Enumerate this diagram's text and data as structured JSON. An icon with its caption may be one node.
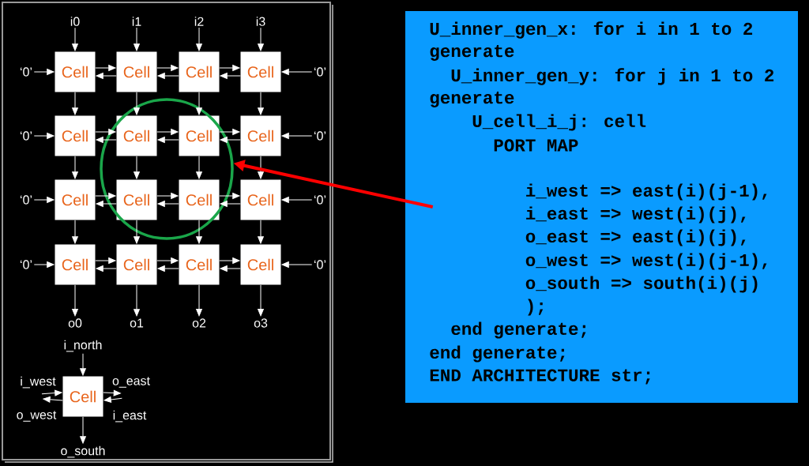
{
  "diagram": {
    "nodes": [
      {
        "text": [
          "Cell"
        ]
      },
      {
        "text": [
          "Cell"
        ]
      },
      {
        "text": [
          "Cell"
        ]
      },
      {
        "text": [
          "Cell"
        ]
      },
      {
        "text": [
          "Cell"
        ]
      },
      {
        "text": [
          "Cell"
        ],
        "in": 39
      },
      {
        "text": [
          "Cell"
        ],
        "in": 39
      },
      {
        "text": [
          "Cell"
        ]
      },
      {
        "text": [
          "Cell"
        ]
      },
      {
        "text": [
          "Cell"
        ],
        "in": 39
      },
      {
        "text": [
          "Cell"
        ],
        "in": 39
      },
      {
        "text": [
          "Cell"
        ]
      },
      {
        "text": [
          "Cell"
        ]
      },
      {
        "text": [
          "Cell"
        ]
      },
      {
        "text": [
          "Cell"
        ]
      },
      {
        "text": [
          "Cell"
        ]
      },
      {
        "text": [
          "i0"
        ]
      },
      {
        "text": [
          "i1"
        ]
      },
      {
        "text": [
          "i2"
        ]
      },
      {
        "text": [
          "i3"
        ]
      },
      {
        "text": [
          "‘0’"
        ]
      },
      {
        "text": [
          "‘0’"
        ]
      },
      {
        "text": [
          "‘0’"
        ]
      },
      {
        "text": [
          "‘0’"
        ]
      },
      {
        "text": [
          "‘0’"
        ]
      },
      {
        "text": [
          "‘0’"
        ]
      },
      {
        "text": [
          "‘0’"
        ]
      },
      {
        "text": [
          "‘0’"
        ]
      },
      {
        "text": [
          "o0"
        ]
      },
      {
        "text": [
          "o1"
        ]
      },
      {
        "text": [
          "o2"
        ]
      },
      {
        "text": [
          "o3"
        ]
      },
      {
        "text": [
          "i_north"
        ]
      },
      {
        "text": [
          "i_west"
        ]
      },
      {
        "text": [
          "o_east"
        ]
      },
      {
        "text": [
          "Cell"
        ]
      },
      {
        "text": [
          "o_west"
        ]
      },
      {
        "text": [
          "i_east"
        ]
      },
      {
        "text": [
          "o_south"
        ]
      },
      {
        "text": [],
        "shape": "ellipse"
      },
      {
        "text": [
          "U_inner_gen_x: for i in 1 to 2",
          "generate",
          "U_inner_gen_y: for j in 1 to 2",
          "generate",
          "U_cell_i_j: cell",
          "PORT MAP",
          "i_west => east(i)(j-1),",
          "i_east => west(i)(j),",
          "o_east => east(i)(j),",
          "o_west => west(i)(j-1),",
          "o_south => south(i)(j)",
          ");",
          "end generate;",
          "end generate;",
          "END ARCHITECTURE str;"
        ]
      }
    ],
    "edges": [
      {
        "from": 16,
        "to": 0,
        "arrow": "to"
      },
      {
        "from": 17,
        "to": 1,
        "arrow": "to"
      },
      {
        "from": 18,
        "to": 2,
        "arrow": "to"
      },
      {
        "from": 19,
        "to": 3,
        "arrow": "to"
      },
      {
        "from": 20,
        "to": 0,
        "arrow": "to"
      },
      {
        "from": 21,
        "to": 4,
        "arrow": "to"
      },
      {
        "from": 22,
        "to": 8,
        "arrow": "to"
      },
      {
        "from": 23,
        "to": 12,
        "arrow": "to"
      },
      {
        "from": 24,
        "to": 3,
        "arrow": "to"
      },
      {
        "from": 25,
        "to": 7,
        "arrow": "to"
      },
      {
        "from": 26,
        "to": 11,
        "arrow": "to"
      },
      {
        "from": 27,
        "to": 15,
        "arrow": "to"
      },
      {
        "from": 0,
        "to": 4,
        "arrow": "to"
      },
      {
        "from": 1,
        "to": 5,
        "arrow": "to"
      },
      {
        "from": 2,
        "to": 6,
        "arrow": "to"
      },
      {
        "from": 3,
        "to": 7,
        "arrow": "to"
      },
      {
        "from": 4,
        "to": 8,
        "arrow": "to"
      },
      {
        "from": 5,
        "to": 9,
        "arrow": "to"
      },
      {
        "from": 6,
        "to": 10,
        "arrow": "to"
      },
      {
        "from": 7,
        "to": 11,
        "arrow": "to"
      },
      {
        "from": 8,
        "to": 12,
        "arrow": "to"
      },
      {
        "from": 9,
        "to": 13,
        "arrow": "to"
      },
      {
        "from": 10,
        "to": 14,
        "arrow": "to"
      },
      {
        "from": 11,
        "to": 15,
        "arrow": "to"
      },
      {
        "from": 12,
        "to": 28,
        "arrow": "to"
      },
      {
        "from": 13,
        "to": 29,
        "arrow": "to"
      },
      {
        "from": 14,
        "to": 30,
        "arrow": "to"
      },
      {
        "from": 15,
        "to": 31,
        "arrow": "to"
      },
      {
        "from": 0,
        "to": 1,
        "arrow": "to"
      },
      {
        "from": 1,
        "to": 0,
        "arrow": "to"
      },
      {
        "from": 1,
        "to": 2,
        "arrow": "to"
      },
      {
        "from": 2,
        "to": 1,
        "arrow": "to"
      },
      {
        "from": 2,
        "to": 3,
        "arrow": "to"
      },
      {
        "from": 3,
        "to": 2,
        "arrow": "to"
      },
      {
        "from": 4,
        "to": 5,
        "arrow": "to"
      },
      {
        "from": 5,
        "to": 4,
        "arrow": "to"
      },
      {
        "from": 5,
        "to": 6,
        "arrow": "to"
      },
      {
        "from": 6,
        "to": 5,
        "arrow": "to"
      },
      {
        "from": 6,
        "to": 7,
        "arrow": "to"
      },
      {
        "from": 7,
        "to": 6,
        "arrow": "to"
      },
      {
        "from": 8,
        "to": 9,
        "arrow": "to"
      },
      {
        "from": 9,
        "to": 8,
        "arrow": "to"
      },
      {
        "from": 9,
        "to": 10,
        "arrow": "to"
      },
      {
        "from": 10,
        "to": 9,
        "arrow": "to"
      },
      {
        "from": 10,
        "to": 11,
        "arrow": "to"
      },
      {
        "from": 11,
        "to": 10,
        "arrow": "to"
      },
      {
        "from": 12,
        "to": 13,
        "arrow": "to"
      },
      {
        "from": 13,
        "to": 12,
        "arrow": "to"
      },
      {
        "from": 13,
        "to": 14,
        "arrow": "to"
      },
      {
        "from": 14,
        "to": 13,
        "arrow": "to"
      },
      {
        "from": 14,
        "to": 15,
        "arrow": "to"
      },
      {
        "from": 15,
        "to": 14,
        "arrow": "to"
      },
      {
        "from": 32,
        "to": 35,
        "arrow": "to"
      },
      {
        "from": 33,
        "to": 35,
        "arrow": "to"
      },
      {
        "from": 35,
        "to": 34,
        "arrow": "to"
      },
      {
        "from": 35,
        "to": 36,
        "arrow": "to"
      },
      {
        "from": 37,
        "to": 35,
        "arrow": "to"
      },
      {
        "from": 35,
        "to": 38,
        "arrow": "to"
      },
      {
        "from": 40,
        "to": 39,
        "arrow": "to",
        "style": "thick",
        "color": "#ff0000"
      }
    ]
  }
}
